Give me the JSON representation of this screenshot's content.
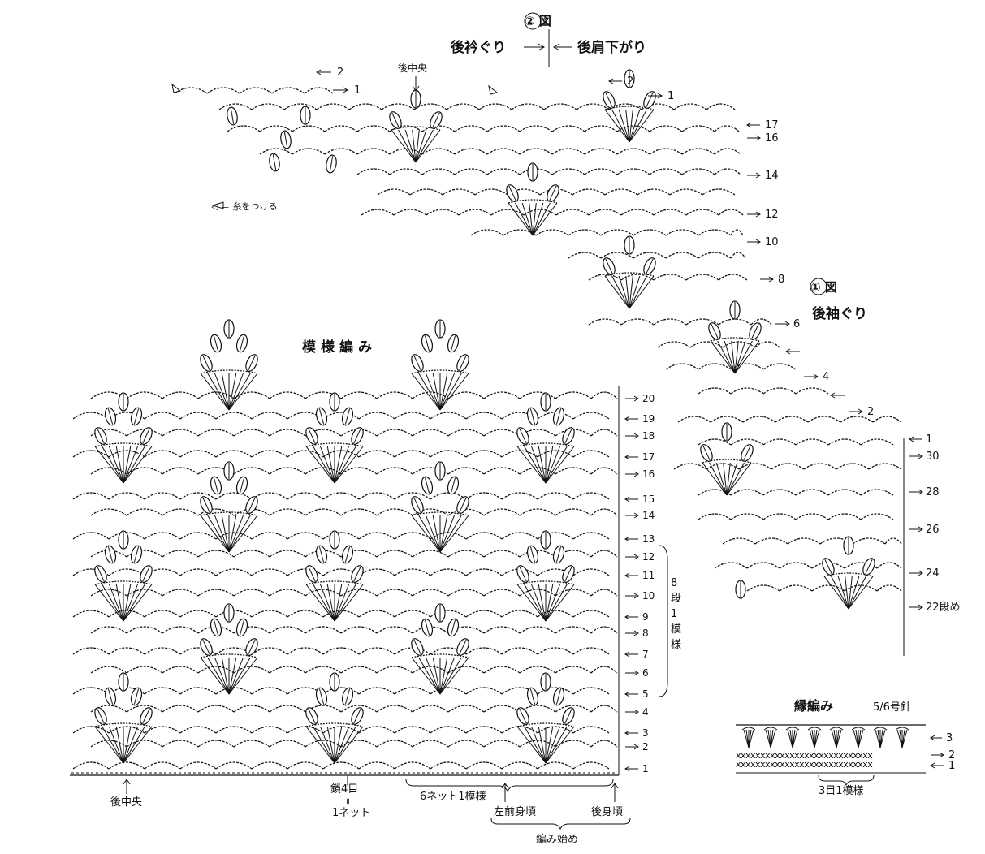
{
  "top_chart": {
    "figure_label": "② 図",
    "left_label": "後衿ぐり",
    "right_label": "後肩下がり",
    "center_label": "後中央",
    "legend": "◁ ＝ 糸をつける",
    "left_rows": [
      "2",
      "1"
    ],
    "right_rows": [
      "2",
      "1"
    ],
    "side_rows": [
      "17",
      "16",
      "14",
      "12",
      "10",
      "8"
    ]
  },
  "armhole_chart": {
    "figure_label": "① 図",
    "title": "後袖ぐり",
    "rows_left": [
      "6",
      "4",
      "2"
    ],
    "rows_right": [
      "1",
      "30",
      "28",
      "26",
      "24",
      "22段め"
    ]
  },
  "main_chart": {
    "title": "模様編み",
    "rows": [
      "20",
      "19",
      "18",
      "17",
      "16",
      "15",
      "14",
      "13",
      "12",
      "11",
      "10",
      "9",
      "8",
      "7",
      "6",
      "5",
      "4",
      "3",
      "2",
      "1"
    ],
    "repeat_note": [
      "8",
      "段",
      "1",
      "模",
      "様"
    ],
    "bottom_labels": {
      "center_back": "後中央",
      "chain": "鎖4目",
      "equals": "॥",
      "net": "1ネット",
      "repeat": "6ネット1模様",
      "left_front": "左前身頃",
      "back": "後身頃",
      "start": "編み始め"
    }
  },
  "edging": {
    "title": "縁編み",
    "needle": "5/6号針",
    "rows": [
      "3",
      "2",
      "1"
    ],
    "repeat": "3目1模様"
  },
  "colors": {
    "ink": "#111111",
    "paper": "#ffffff"
  }
}
